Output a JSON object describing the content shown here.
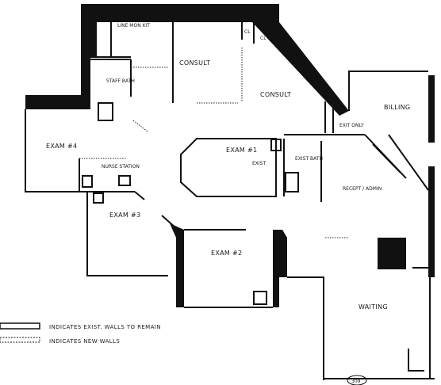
{
  "rooms": {
    "line_mon_kit": "LINE MON KIT",
    "consult_a": "CONSULT",
    "consult_b": "CONSULT",
    "cl_a": "CL",
    "cl_b": "CL",
    "staff_bath": "STAFF BATH",
    "billing": "BILLING",
    "exit_only": "EXIT ONLY",
    "exam_4": "EXAM #4",
    "nurse_station": "NURSE STATION",
    "exam_1": "EXAM #1",
    "exist": "EXIST",
    "exist_bath": "EXIST BATH",
    "recept_admin": "RECEPT / ADMIN",
    "exam_3": "EXAM #3",
    "exam_2": "EXAM #2",
    "waiting": "WAITING"
  },
  "legend": {
    "existing": "INDICATES EXIST. WALLS TO REMAIN",
    "new": "INDICATES NEW WALLS"
  },
  "page_number": "309"
}
